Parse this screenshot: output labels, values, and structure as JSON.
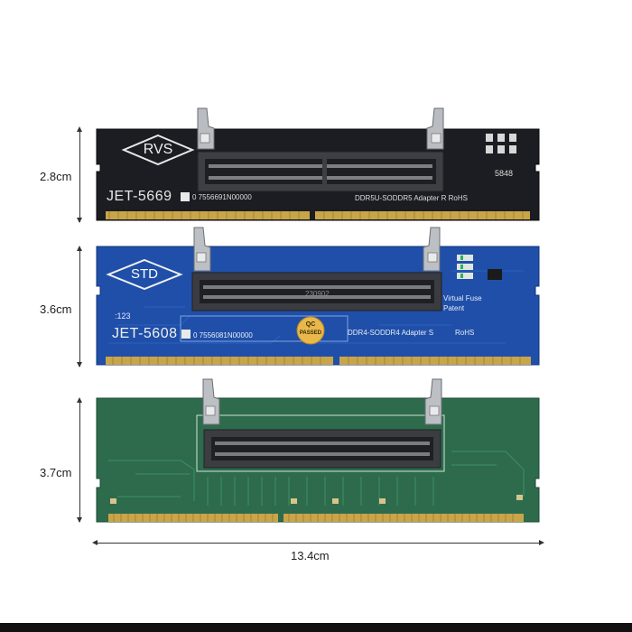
{
  "dimensions": {
    "board1_height": "2.8cm",
    "board2_height": "3.6cm",
    "board3_height": "3.7cm",
    "total_width": "13.4cm"
  },
  "board1": {
    "logo": "RVS",
    "model": "JET-5669",
    "serial": "0 7556691N00000",
    "description": "DDR5U-SODDR5  Adapter R   RoHS",
    "code": "5848"
  },
  "board2": {
    "logo": "STD",
    "model": "JET-5608",
    "serial": "0 7556081N00000",
    "description": "DDR4-SODDR4  Adapter  S",
    "rohs": "RoHS",
    "fuse_line1": "Virtual  Fuse",
    "fuse_line2": "Patent",
    "date": "230902",
    "small_mark": ":123",
    "qc_line1": "QC",
    "qc_line2": "PASSED"
  },
  "colors": {
    "board1": "#1b1d22",
    "board2": "#1f4fa8",
    "board3": "#2d6b4c",
    "gold": "#c9a54a"
  }
}
